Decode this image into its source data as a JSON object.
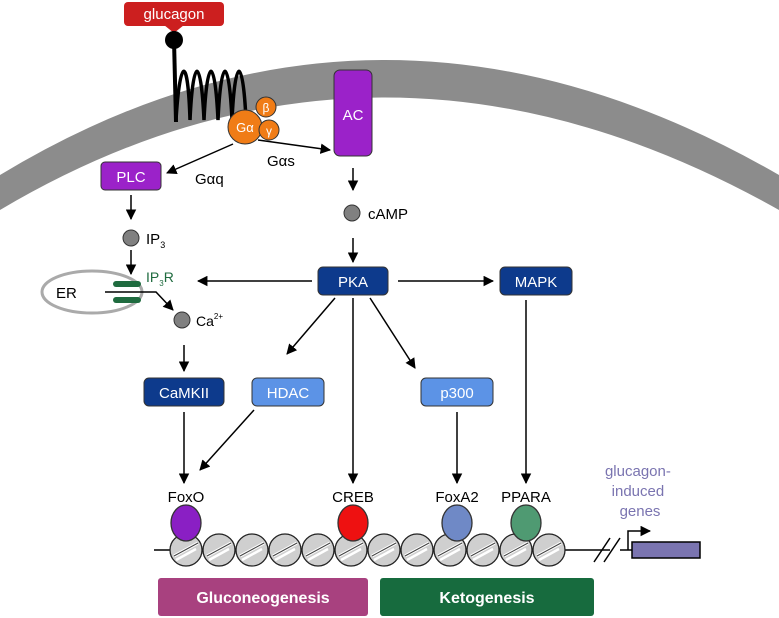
{
  "diagram": {
    "ligand": {
      "label": "glucagon",
      "color": "#cc1f1f"
    },
    "g_protein": {
      "alpha": "Gα",
      "beta": "β",
      "gamma": "γ",
      "color": "#f07c16"
    },
    "pathway_labels": {
      "g_alpha_q": "Gαq",
      "g_alpha_s": "Gαs"
    },
    "nodes": {
      "ac": "AC",
      "plc": "PLC",
      "camp": "cAMP",
      "ip3": {
        "base": "IP",
        "sub": "3"
      },
      "ip3r": {
        "base": "IP",
        "sub": "3",
        "suffix": "R"
      },
      "er": "ER",
      "ca": {
        "base": "Ca",
        "sup": "2+"
      },
      "pka": "PKA",
      "mapk": "MAPK",
      "camkii": "CaMKII",
      "hdac": "HDAC",
      "p300": "p300"
    },
    "transcription_factors": [
      {
        "label": "FoxO",
        "color": "#8a1fc4"
      },
      {
        "label": "CREB",
        "color": "#ee1111"
      },
      {
        "label": "FoxA2",
        "color": "#6f89c6"
      },
      {
        "label": "PPARA",
        "color": "#4f9a72"
      }
    ],
    "genes_label": [
      "glucagon-",
      "induced",
      "genes"
    ],
    "programs": [
      {
        "label": "Gluconeogenesis",
        "color": "#a8417f"
      },
      {
        "label": "Ketogenesis",
        "color": "#176b3e"
      }
    ],
    "colors": {
      "membrane": "#8c8c8c",
      "purple_node": "#9b22c9",
      "dark_blue_node": "#0d3a8c",
      "light_blue_node": "#5c93e6",
      "small_molecule": "#808080",
      "ip3r_green": "#1f6b3f",
      "genes_text": "#7a74b0",
      "nucleosome": "#cfcfcf"
    }
  }
}
